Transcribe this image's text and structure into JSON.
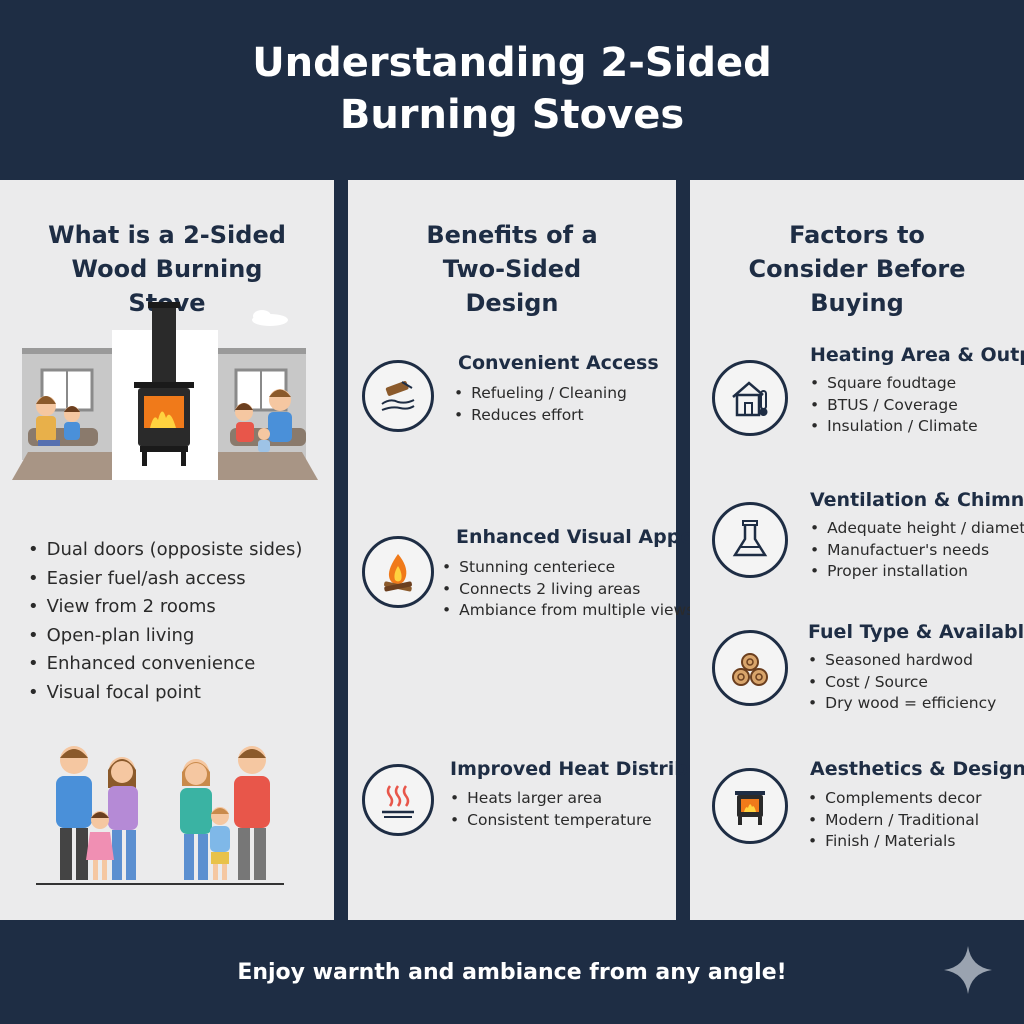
{
  "header": {
    "title": "Understanding 2-Sided Burning Stoves"
  },
  "columns": [
    {
      "title": "What is a 2-Sided Wood Burning Stove",
      "bullets": [
        "Dual doors (opposiste sides)",
        "Easier fuel/ash access",
        "View from 2 rooms",
        "Open-plan living",
        "Enhanced convenience",
        "Visual focal point"
      ]
    },
    {
      "title": "Benefits of a Two-Sided Design",
      "items": [
        {
          "title": "Convenient Access",
          "icon": "hands-log-icon",
          "bullets": [
            "Refueling / Cleaning",
            "Reduces effort"
          ]
        },
        {
          "title": "Enhanced Visual Appeal",
          "icon": "campfire-icon",
          "bullets": [
            "Stunning centeriece",
            "Connects 2 living areas",
            "Ambiance from multiple views"
          ]
        },
        {
          "title": "Improved Heat Distribution",
          "icon": "heat-waves-icon",
          "bullets": [
            "Heats larger area",
            "Consistent temperature"
          ]
        }
      ]
    },
    {
      "title": "Factors to Consider Before Buying",
      "items": [
        {
          "title": "Heating Area & Output",
          "icon": "house-thermometer-icon",
          "bullets": [
            "Square foudtage",
            "BTUS / Coverage",
            "Insulation / Climate"
          ]
        },
        {
          "title": "Ventilation & Chimney",
          "icon": "chimney-flue-icon",
          "bullets": [
            "Adequate height / diameter",
            "Manufactuer's needs",
            "Proper installation"
          ]
        },
        {
          "title": "Fuel Type & Availablity",
          "icon": "log-stack-icon",
          "bullets": [
            "Seasoned hardwod",
            "Cost / Source",
            "Dry wood = efficiency"
          ]
        },
        {
          "title": "Aesthetics & Design",
          "icon": "stove-icon",
          "bullets": [
            "Complements decor",
            "Modern / Traditional",
            "Finish / Materials"
          ]
        }
      ]
    }
  ],
  "footer": {
    "tagline": "Enjoy warnth and ambiance from any angle!"
  },
  "colors": {
    "navy": "#1e2d44",
    "panel": "#ebebec",
    "flame": "#f07a1a",
    "shirt_blue": "#4a90d9",
    "shirt_red": "#e8564a"
  }
}
